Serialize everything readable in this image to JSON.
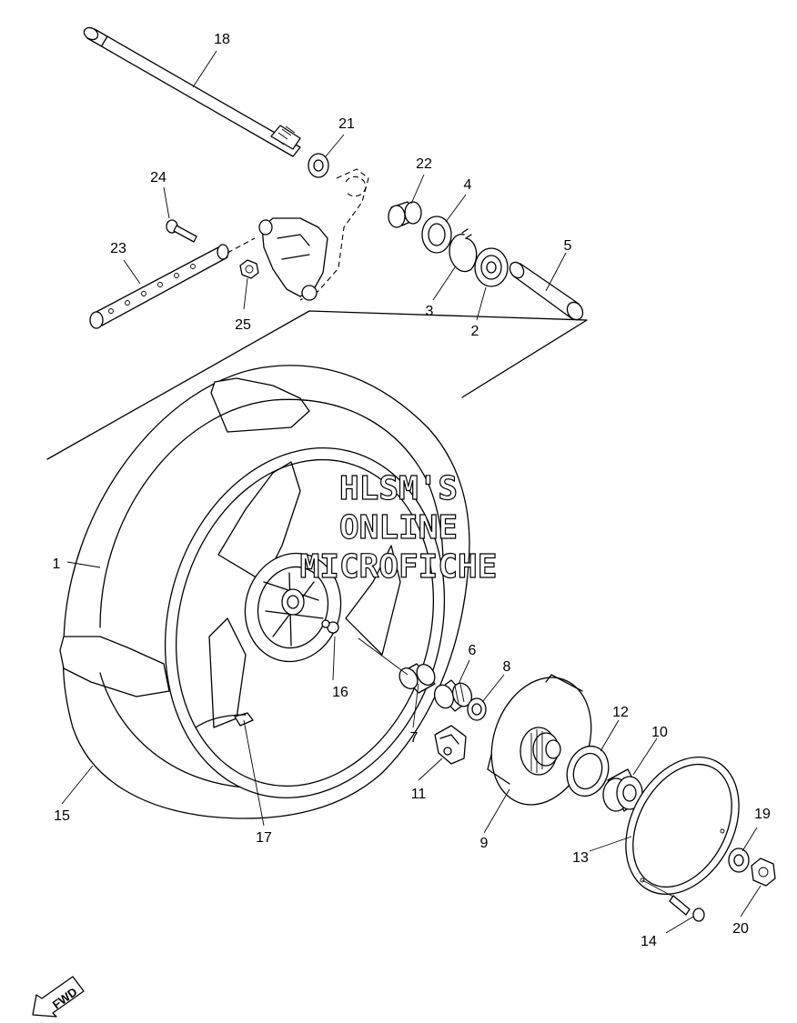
{
  "watermark": {
    "line1": "HLSM'S",
    "line2": "ONLINE",
    "line3": "MICROFICHE"
  },
  "direction_badge": "FWD",
  "callouts": {
    "c1": "1",
    "c2": "2",
    "c3": "3",
    "c4": "4",
    "c5": "5",
    "c6": "6",
    "c7": "7",
    "c8": "8",
    "c9": "9",
    "c10": "10",
    "c11": "11",
    "c12": "12",
    "c13": "13",
    "c14": "14",
    "c15": "15",
    "c16": "16",
    "c17": "17",
    "c18": "18",
    "c19": "19",
    "c20": "20",
    "c21": "21",
    "c22": "22",
    "c23": "23",
    "c24": "24",
    "c25": "25"
  }
}
